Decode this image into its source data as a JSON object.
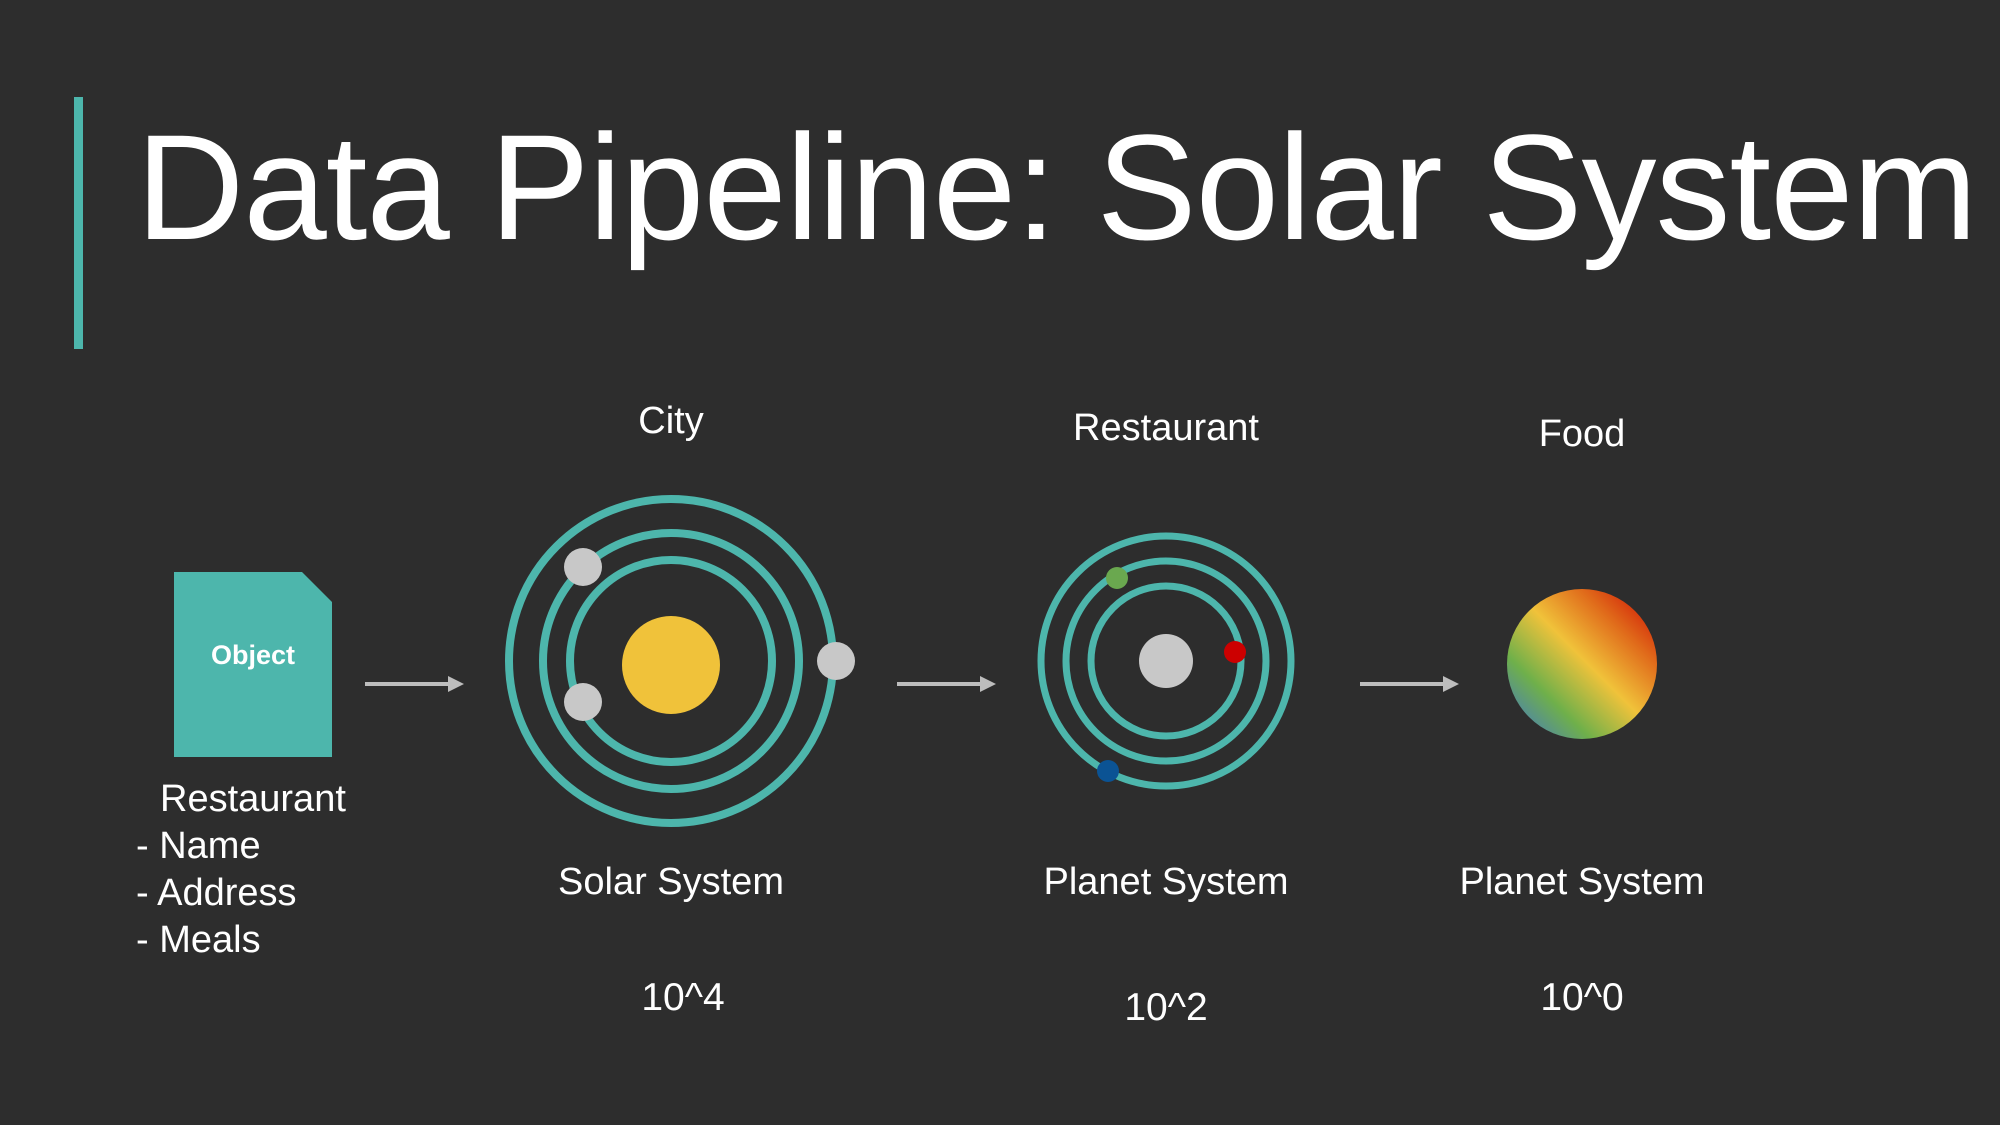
{
  "title": "Data Pipeline: Solar System",
  "object": {
    "card_label": "Object",
    "caption_title": "Restaurant",
    "fields": [
      "- Name",
      "- Address",
      "- Meals"
    ]
  },
  "stages": [
    {
      "top_label": "City",
      "bottom_label": "Solar System",
      "scale": "10^4"
    },
    {
      "top_label": "Restaurant",
      "bottom_label": "Planet System",
      "scale": "10^2"
    },
    {
      "top_label": "Food",
      "bottom_label": "Planet System",
      "scale": "10^0"
    }
  ],
  "colors": {
    "background": "#2d2d2d",
    "accent": "#4db6ac",
    "sun": "#f0c23a",
    "planet_gray": "#c8c8c8",
    "planet_green": "#6aa84f",
    "planet_red": "#cc0000",
    "planet_blue": "#0b5394",
    "arrow": "#bdbdbd"
  }
}
